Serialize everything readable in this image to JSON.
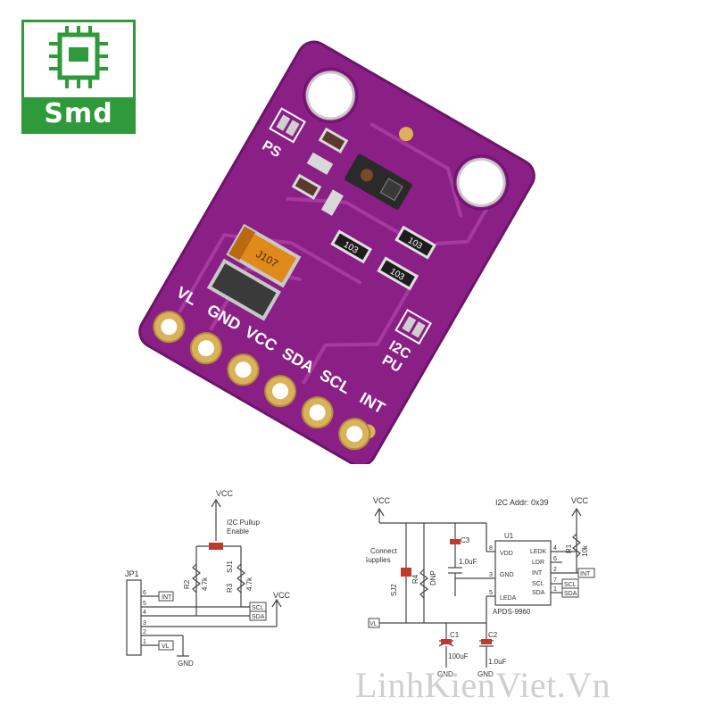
{
  "logo": {
    "text": "Smd"
  },
  "board": {
    "pin_labels": [
      "VL",
      "GND",
      "VCC",
      "SDA",
      "SCL",
      "INT"
    ],
    "jumper_labels": {
      "ps": "PS",
      "i2c": "I2C",
      "pu": "PU"
    },
    "component_markings": {
      "cap": "J107",
      "r1": "103",
      "r2": "103",
      "r3": "103"
    }
  },
  "schematic_left": {
    "vcc_top": "VCC",
    "pullup_note": [
      "I2C Pullup",
      "Enable"
    ],
    "sj1": "SJ1",
    "r2": {
      "name": "R2",
      "value": "4.7k"
    },
    "r3": {
      "name": "R3",
      "value": "4.7k"
    },
    "jp1": "JP1",
    "pins": [
      "6",
      "5",
      "4",
      "3",
      "2",
      "1"
    ],
    "net_int": "INT",
    "net_scl": "SCL",
    "net_sda": "SDA",
    "net_vl": "VL",
    "vcc_right": "VCC",
    "gnd": "GND"
  },
  "schematic_right": {
    "vcc_left": "VCC",
    "vcc_right": "VCC",
    "i2c_addr": "I2C Addr: 0x39",
    "connect_note": [
      "Connect",
      "Power Supplies"
    ],
    "sj2": "SJ2",
    "r4": {
      "name": "R4",
      "value": "DNP"
    },
    "c3": {
      "name": "C3",
      "value": "1.0uF"
    },
    "c1": {
      "name": "C1",
      "value": "100uF"
    },
    "c2": {
      "name": "C2",
      "value": "1.0uF"
    },
    "u1": {
      "name": "U1",
      "part": "APDS-9960",
      "left_pins": [
        "VDD",
        "GND",
        "LEDA"
      ],
      "left_nums": [
        "8",
        "3",
        "5"
      ],
      "right_pins": [
        "LEDK",
        "LDR",
        "INT",
        "SCL",
        "SDA"
      ],
      "right_nums": [
        "4",
        "6",
        "2",
        "7",
        "1"
      ]
    },
    "r1": {
      "name": "R1",
      "value": "10k"
    },
    "net_int": "INT",
    "net_scl": "SCL",
    "net_sda": "SDA",
    "net_vl": "VL",
    "gnd": "GND"
  },
  "watermark": "LinhKienViet.Vn",
  "colors": {
    "board": "#8a1f86",
    "board_dark": "#6c1568",
    "gold": "#d9b25a",
    "logo_green": "#2e9a3a",
    "wire": "#444444"
  }
}
